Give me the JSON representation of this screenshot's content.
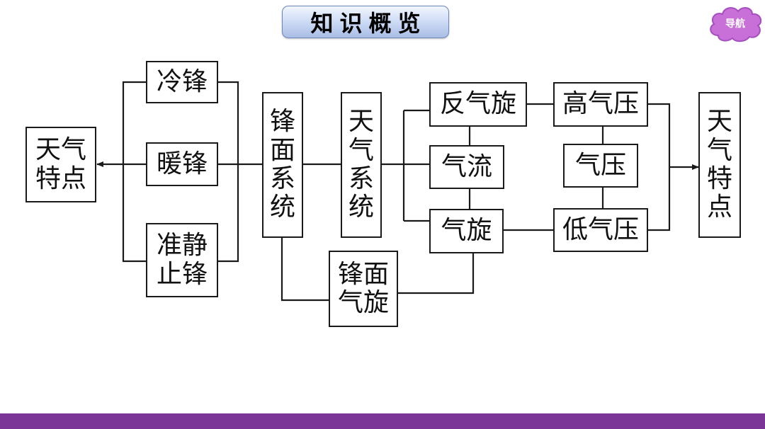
{
  "header": {
    "title": "知识概览",
    "nav_label": "导航"
  },
  "colors": {
    "title_gradient": "#c9d8f3",
    "nav_cloud": "#c86fd8",
    "bottom_bar": "#7b3596"
  },
  "diagram": {
    "nodes": {
      "weather_left": {
        "lines": [
          "天气",
          "特点"
        ]
      },
      "cold_front": "冷锋",
      "warm_front": "暖锋",
      "stationary_front": {
        "lines": [
          "准静",
          "止锋"
        ]
      },
      "frontal_system": [
        "锋",
        "面",
        "系",
        "统"
      ],
      "weather_system": [
        "天",
        "气",
        "系",
        "统"
      ],
      "anticyclone": "反气旋",
      "airflow": "气流",
      "cyclone": "气旋",
      "frontal_cyclone": {
        "lines": [
          "锋面",
          "气旋"
        ]
      },
      "high_pressure": "高气压",
      "air_pressure": "气压",
      "low_pressure": "低气压",
      "weather_right": [
        "天",
        "气",
        "特",
        "点"
      ]
    }
  }
}
